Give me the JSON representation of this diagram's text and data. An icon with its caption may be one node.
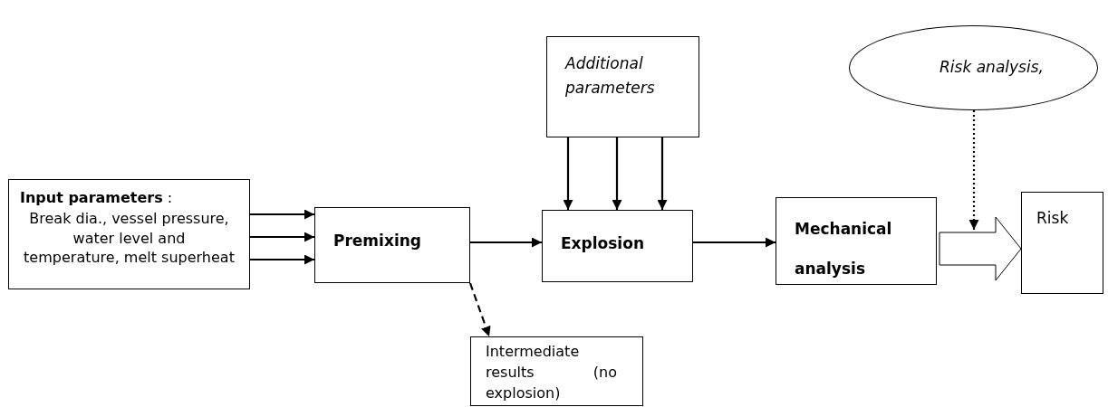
{
  "diagram": {
    "nodes": [
      {
        "text": [
          "**Input parameters** :",
          "Break dia., vessel pressure, water level and temperature, melt superheat"
        ]
      },
      {
        "text": [
          "Premixing"
        ]
      },
      {
        "text": [
          "Additional parameters"
        ]
      },
      {
        "text": [
          "Explosion"
        ]
      },
      {
        "text": [
          "Mechanical analysis"
        ]
      },
      {
        "text": [
          "Risk analysis,"
        ]
      },
      {
        "text": [
          "Risk"
        ]
      },
      {
        "text": [
          "Intermediate results (no explosion)"
        ]
      }
    ],
    "edges": [
      {
        "from": 0,
        "to": 1,
        "arrow": "to"
      },
      {
        "from": 0,
        "to": 1,
        "arrow": "to"
      },
      {
        "from": 0,
        "to": 1,
        "arrow": "to"
      },
      {
        "from": 1,
        "to": 3,
        "arrow": "to"
      },
      {
        "from": 2,
        "to": 3,
        "arrow": "to"
      },
      {
        "from": 2,
        "to": 3,
        "arrow": "to"
      },
      {
        "from": 2,
        "to": 3,
        "arrow": "to"
      },
      {
        "from": 3,
        "to": 4,
        "arrow": "to"
      },
      {
        "from": 4,
        "to": 6,
        "arrow": "to",
        "style": "thick"
      },
      {
        "from": 5,
        "to": null,
        "arrow": "to",
        "style": "dashed"
      },
      {
        "from": 1,
        "to": 7,
        "arrow": "to",
        "style": "dashed"
      }
    ]
  }
}
